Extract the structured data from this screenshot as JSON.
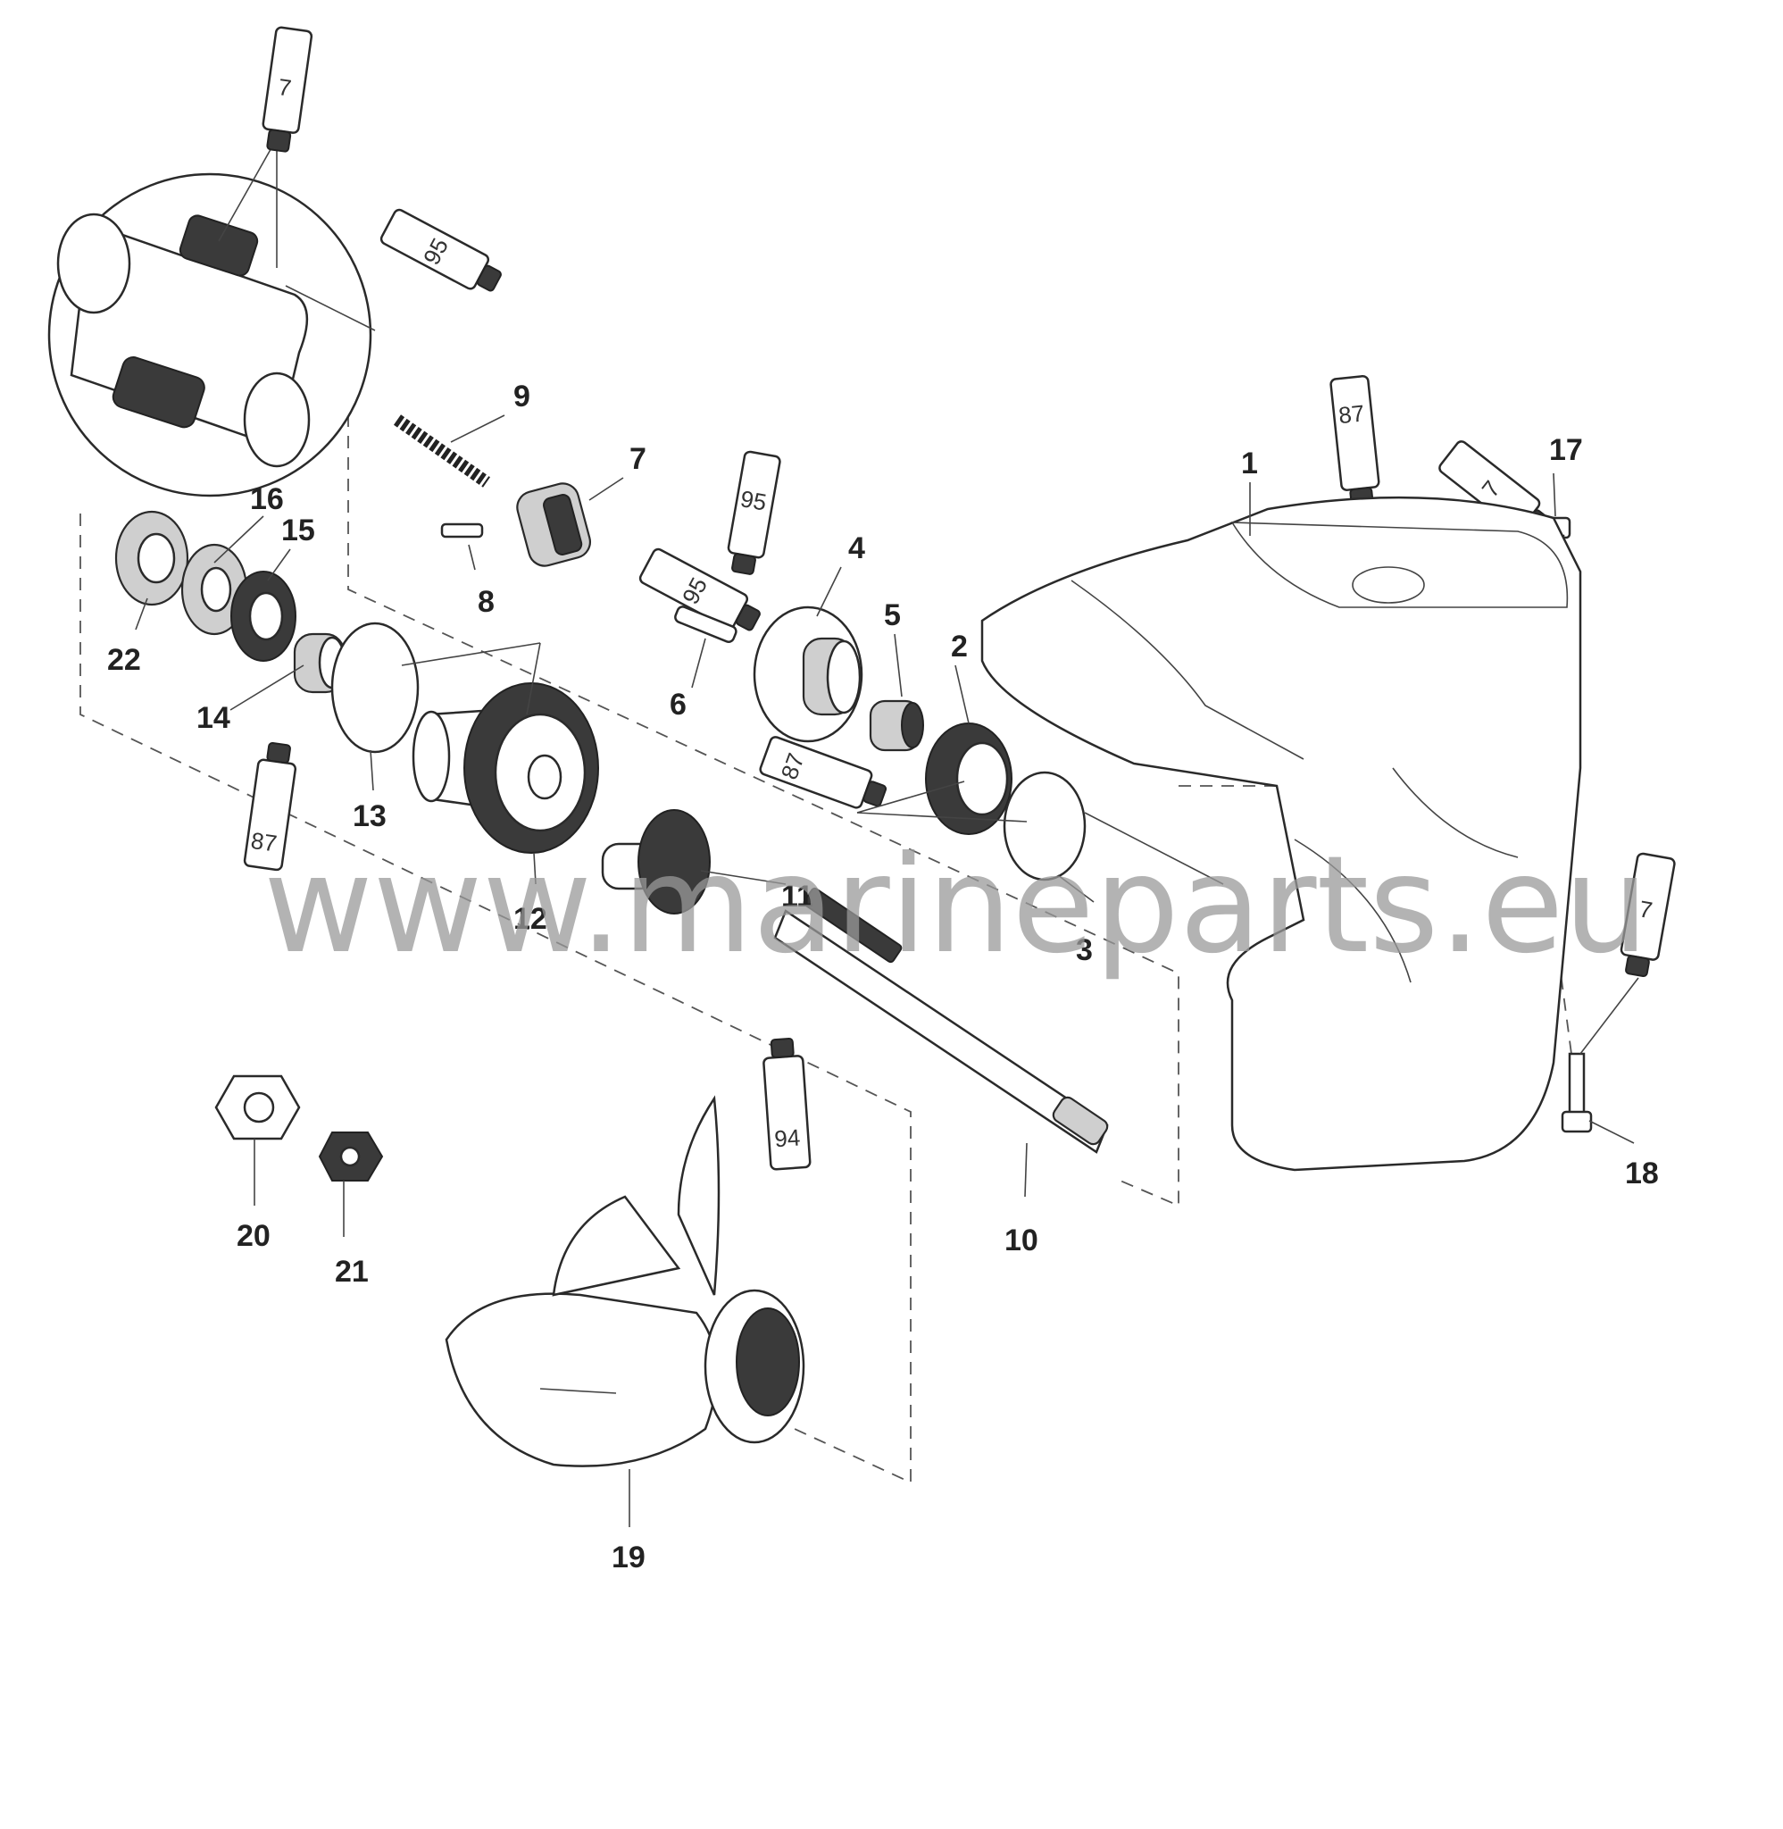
{
  "watermark": "www.marineparts.eu",
  "labels": {
    "l1": "1",
    "l2": "2",
    "l3": "3",
    "l4": "4",
    "l5": "5",
    "l6": "6",
    "l7a": "7",
    "l8": "8",
    "l9": "9",
    "l10": "10",
    "l11": "11",
    "l12": "12",
    "l13": "13",
    "l14": "14",
    "l15": "15",
    "l16": "16",
    "l17": "17",
    "l18": "18",
    "l19": "19",
    "l20": "20",
    "l21": "21",
    "l22": "22"
  },
  "tubes": {
    "t_top": "7",
    "t_circle": "95",
    "t_mid95a": "95",
    "t_mid95b": "95",
    "t_87left": "87",
    "t_87mid": "87",
    "t_87top": "87",
    "t_7top": "7",
    "t_7right": "7",
    "t_94": "94"
  }
}
